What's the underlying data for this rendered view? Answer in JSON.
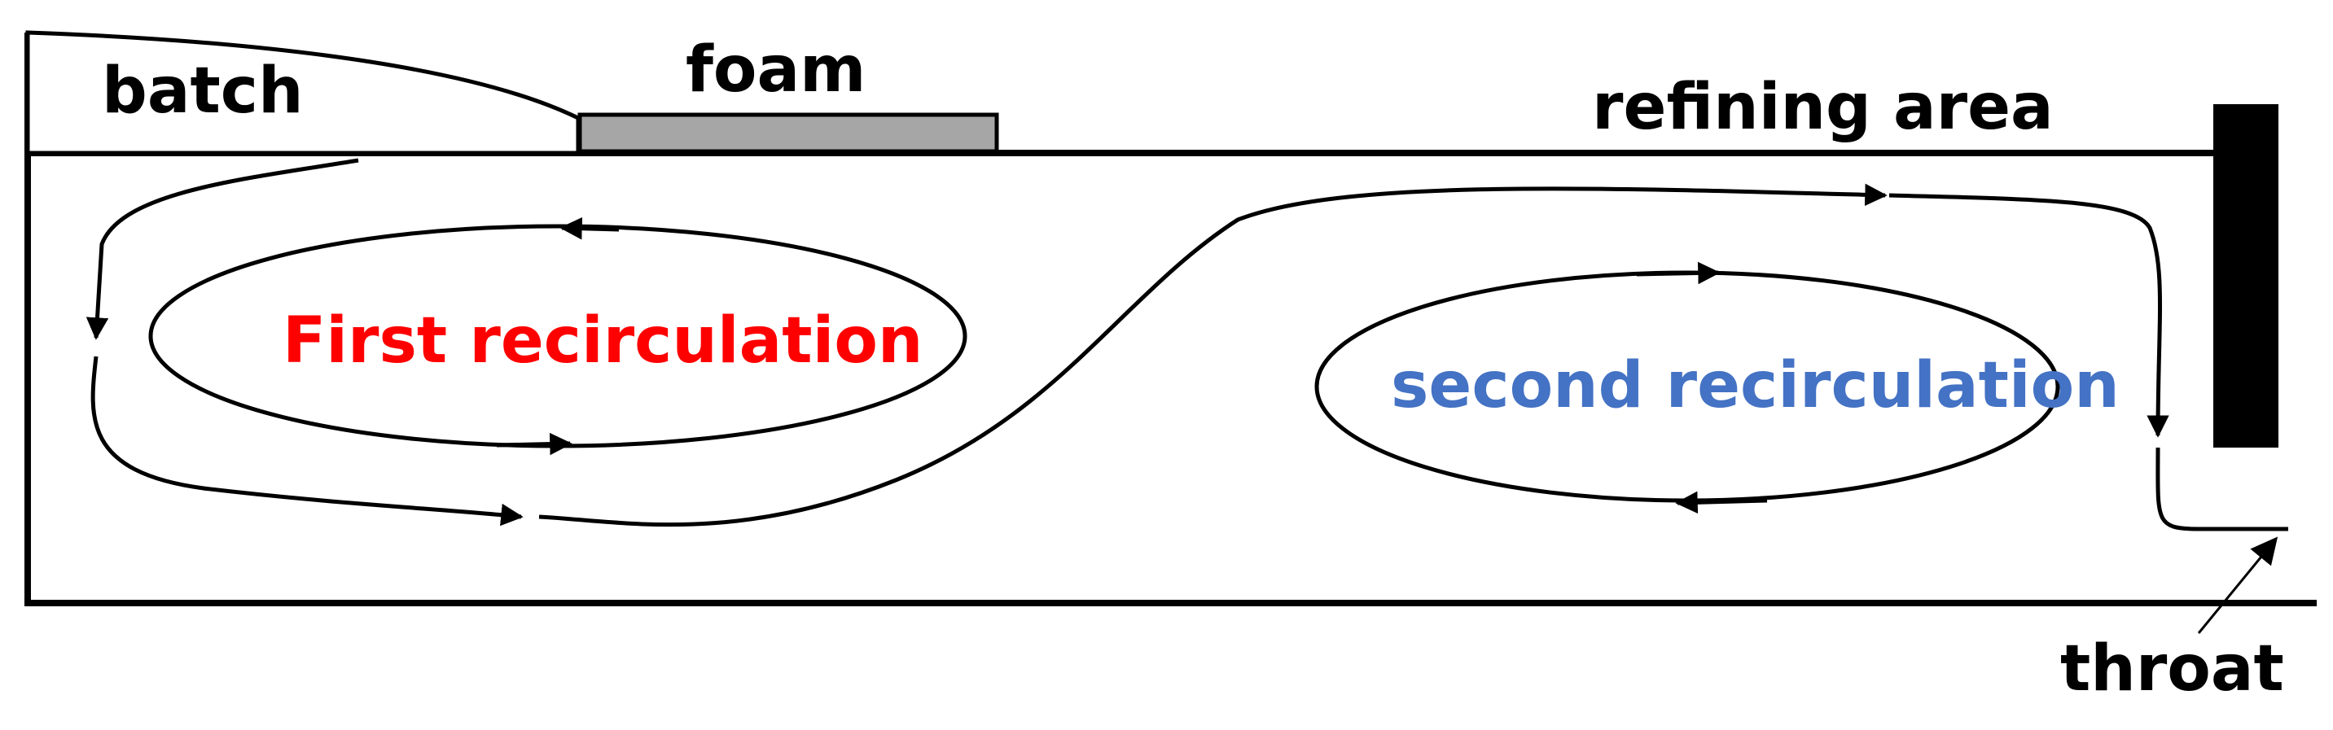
{
  "labels": {
    "batch": "batch",
    "foam": "foam",
    "refining_area": "refining area",
    "first_recirculation": "First recirculation",
    "second_recirculation": "second recirculation",
    "throat": "throat"
  },
  "colors": {
    "outline": "#000000",
    "foam_fill": "#a6a6a6",
    "first_recirculation_text": "#ff0000",
    "second_recirculation_text": "#4472c4",
    "label_text": "#000000",
    "background": "#ffffff"
  }
}
